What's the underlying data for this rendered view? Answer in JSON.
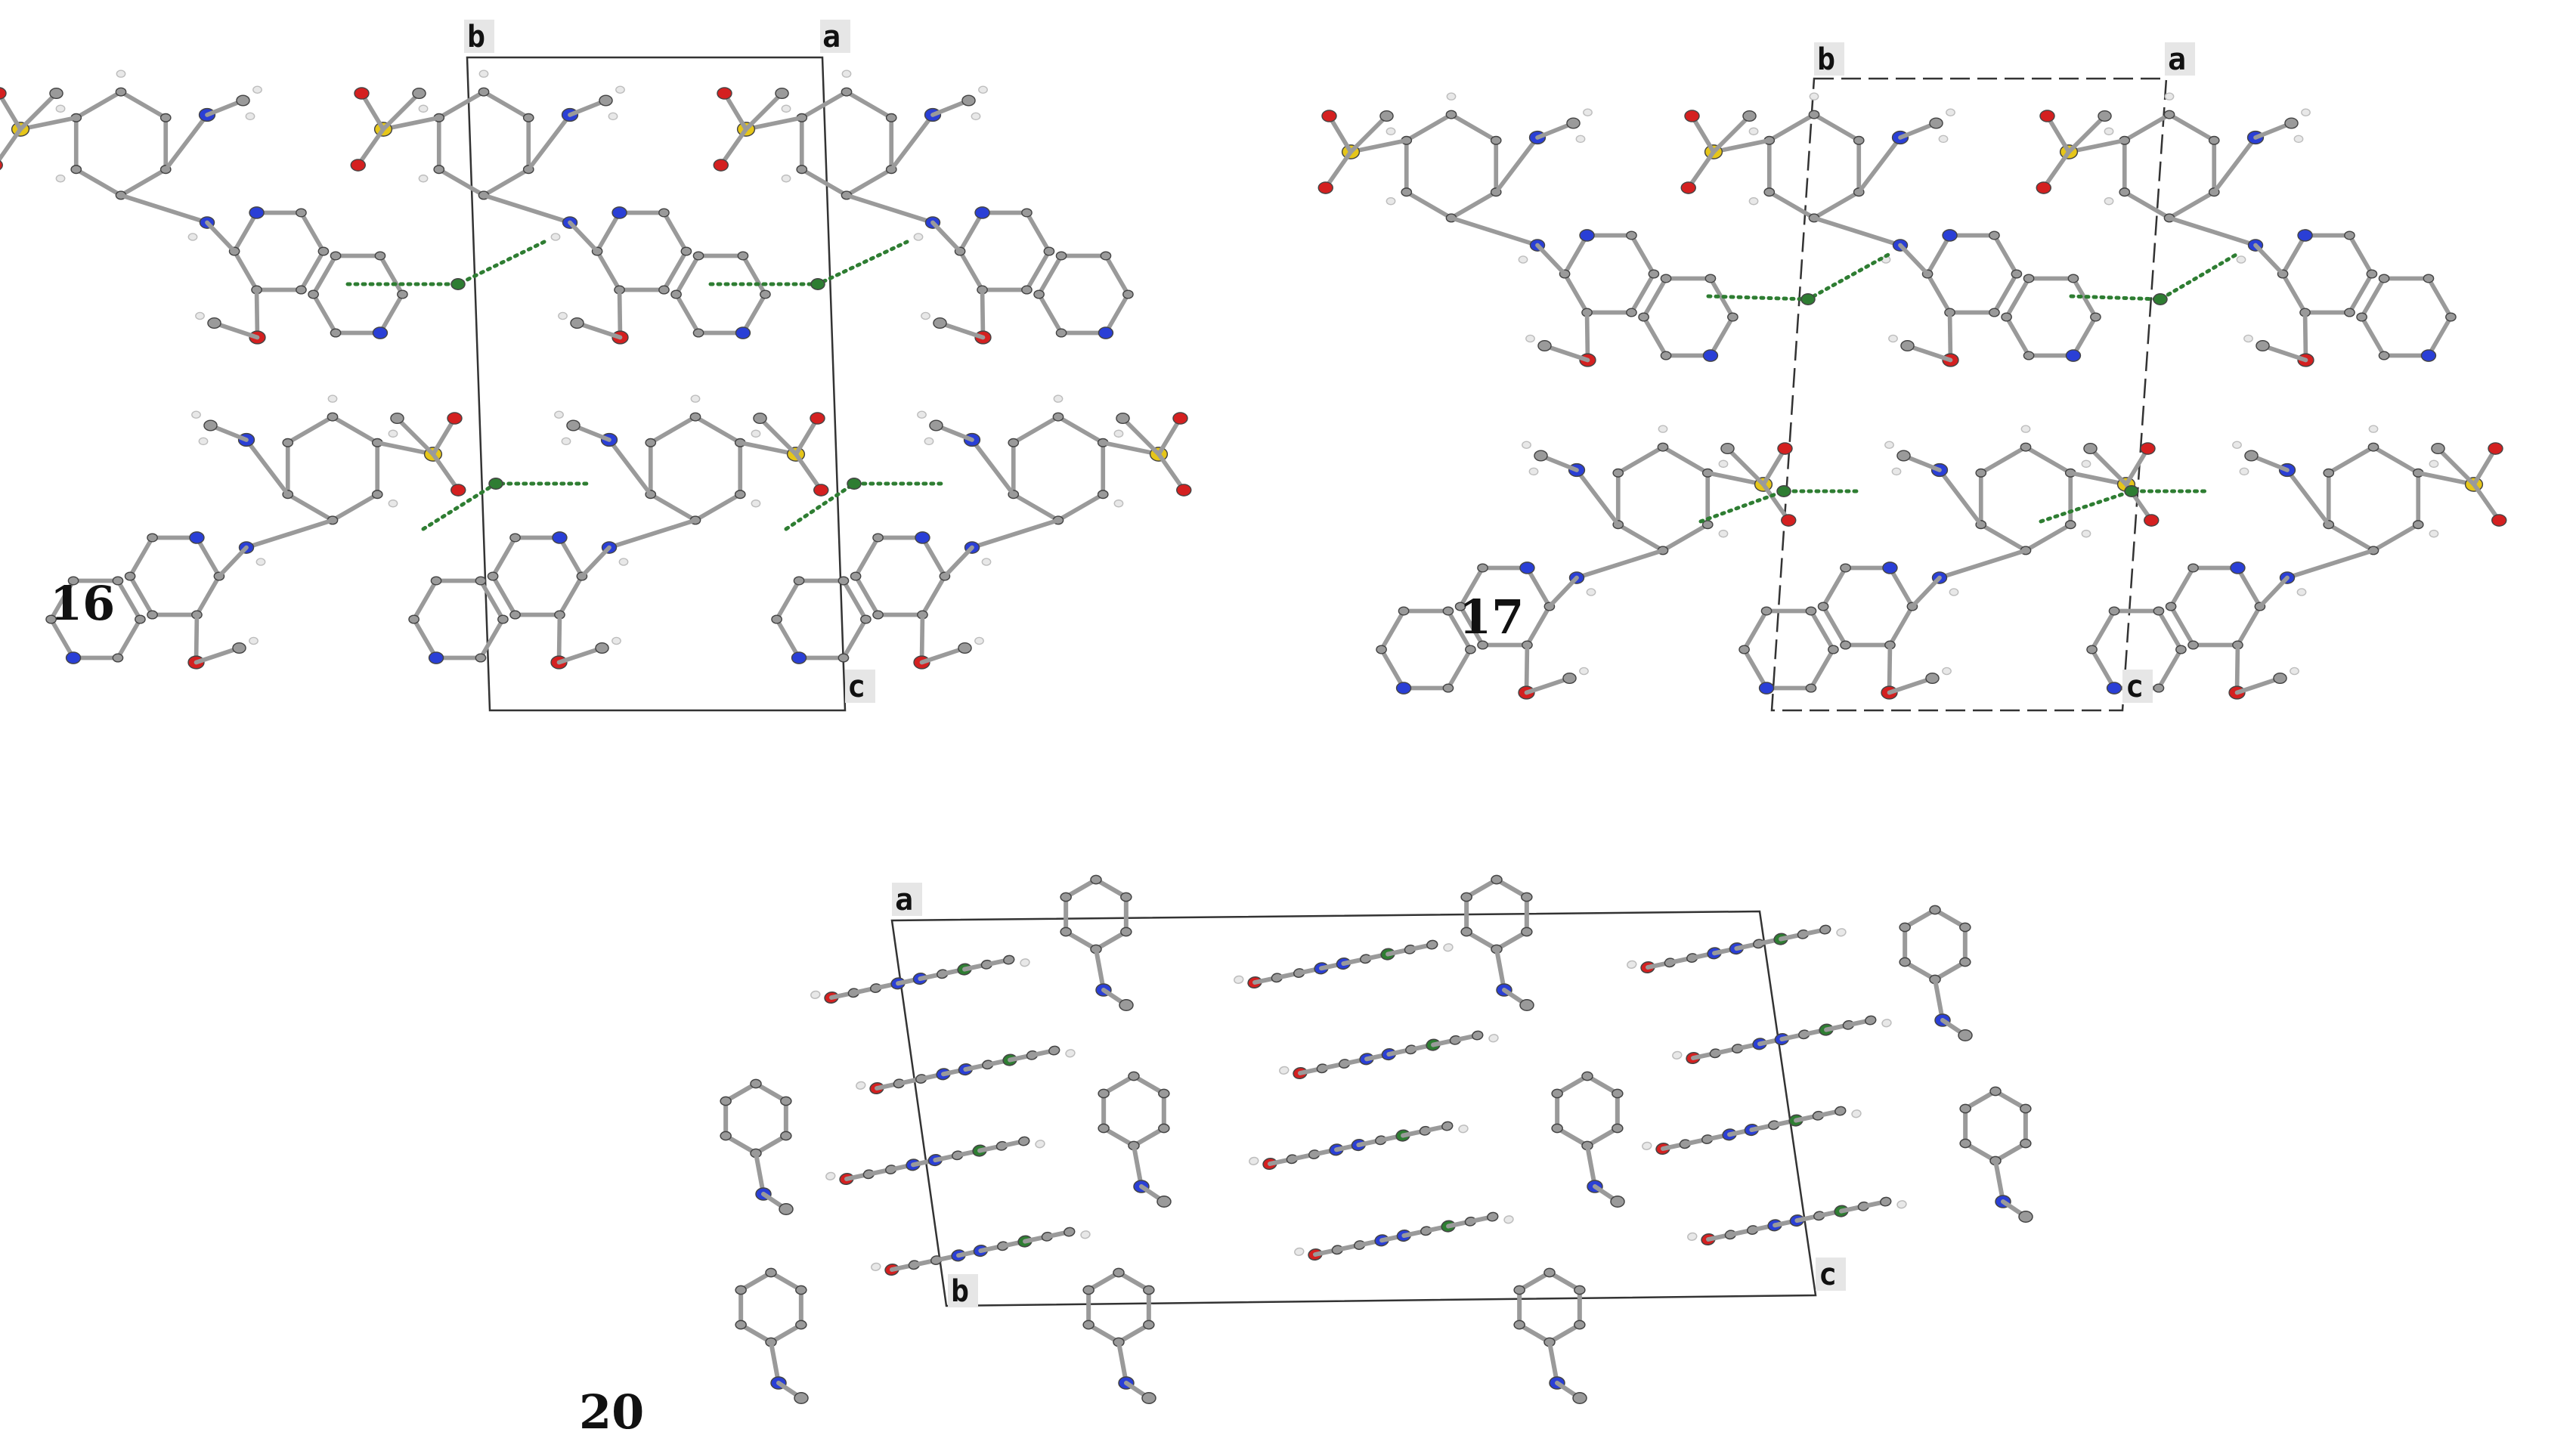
{
  "figure": {
    "panels": [
      {
        "id": "16",
        "label": "16",
        "axes": {
          "b": "b",
          "a": "a",
          "c": "c"
        },
        "cell_style": "solid"
      },
      {
        "id": "17",
        "label": "17",
        "axes": {
          "b": "b",
          "a": "a",
          "c": "c"
        },
        "cell_style": "dashed"
      },
      {
        "id": "20",
        "label": "20",
        "axes": {
          "a": "a",
          "b": "b",
          "c": "c"
        },
        "cell_style": "solid"
      }
    ],
    "atom_colors": {
      "carbon": "#9a9a9a",
      "hydrogen": "#e8e8e8",
      "nitrogen": "#2a3fd6",
      "oxygen": "#d42020",
      "sulfur": "#e6c619",
      "chlorine": "#2e7d32"
    },
    "contact_line_color": "#2e7d32"
  }
}
